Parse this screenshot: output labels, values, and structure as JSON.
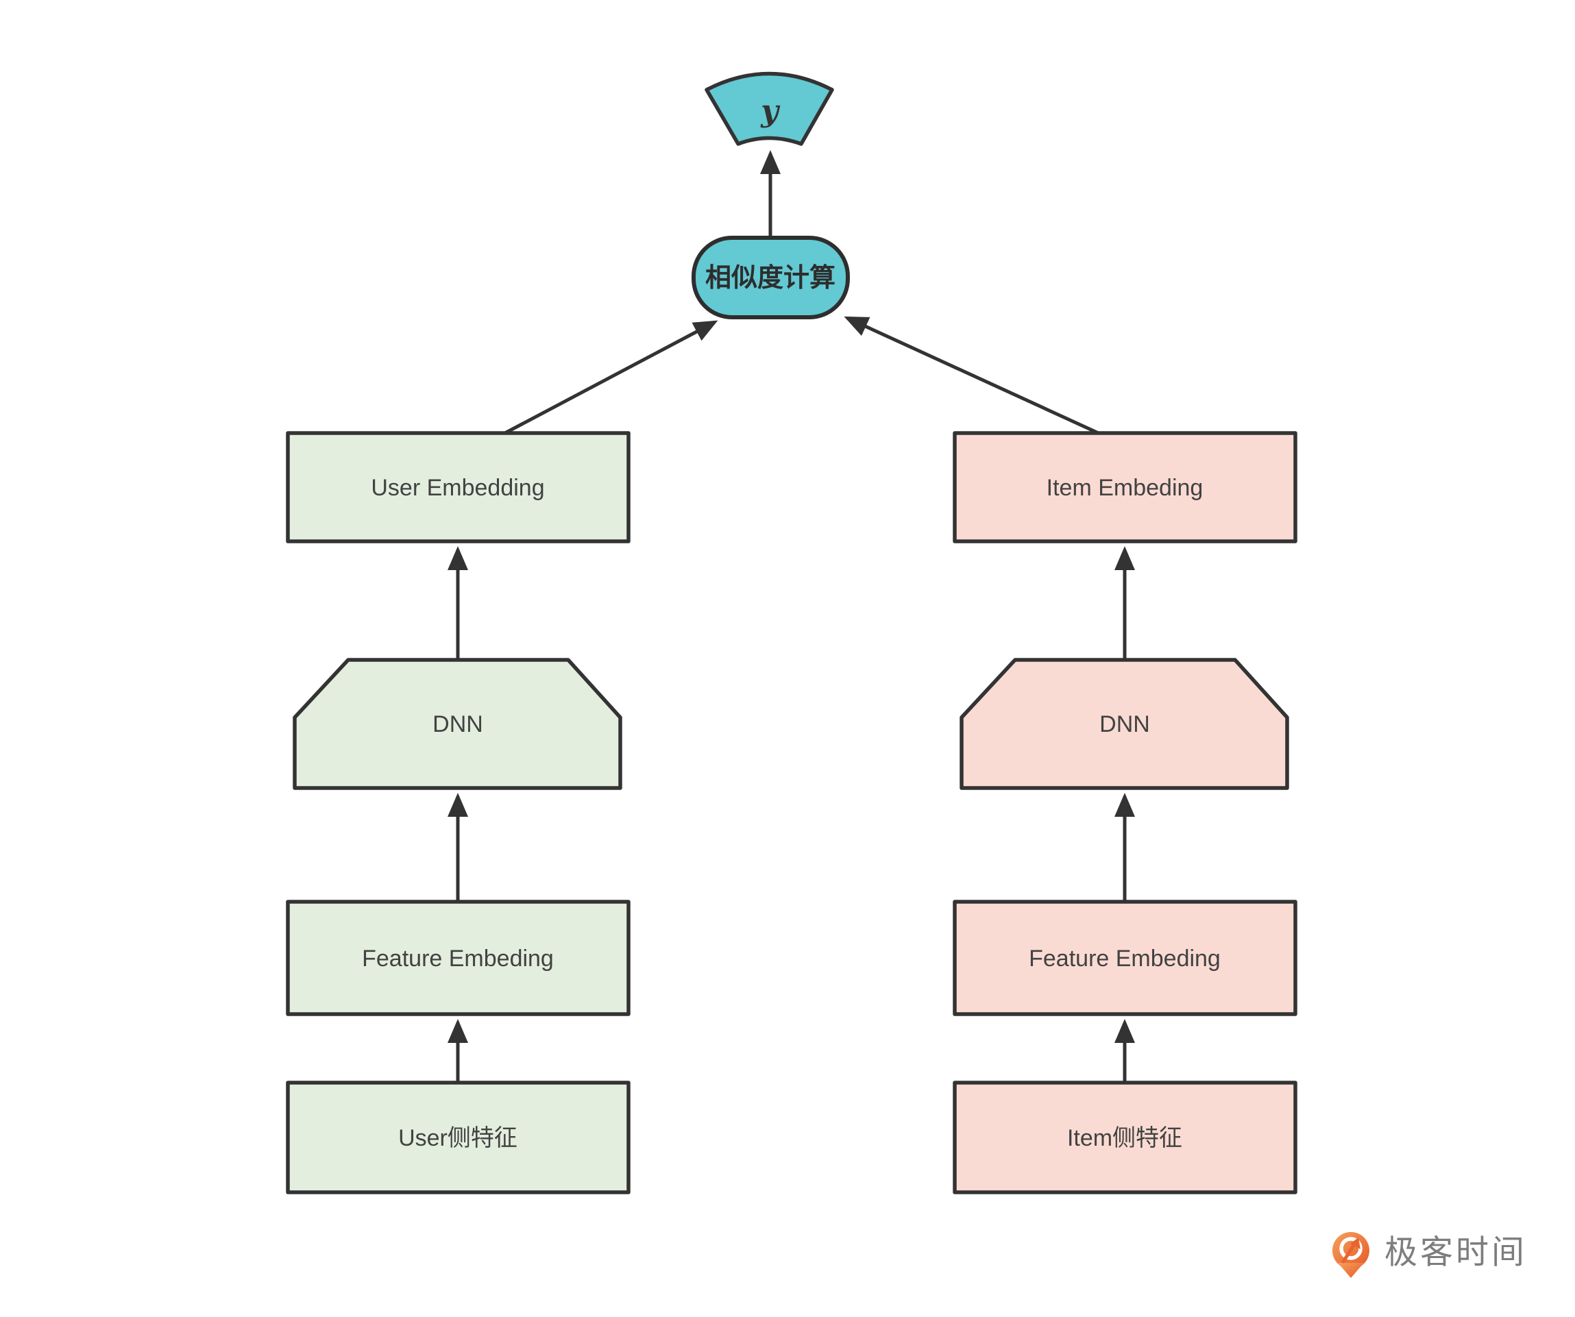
{
  "diagram": {
    "output": {
      "label": "y"
    },
    "similarity": {
      "label": "相似度计算"
    },
    "towers": {
      "user": {
        "embedding": "User Embedding",
        "dnn": "DNN",
        "feature": "Feature Embeding",
        "input": "User侧特征"
      },
      "item": {
        "embedding": "Item Embeding",
        "dnn": "DNN",
        "feature": "Feature Embeding",
        "input": "Item侧特征"
      }
    },
    "colors": {
      "teal": "#63C9D2",
      "green": "#E3EEDE",
      "pink": "#FADBD3",
      "outline": "#333333",
      "label": "#424242"
    }
  },
  "footer": {
    "brand": "极客时间",
    "brand_color": "#7d7d7d",
    "logo_gradient": {
      "start": "#F7A05C",
      "end": "#E55A28"
    },
    "logo_accent": "#E8642F"
  }
}
